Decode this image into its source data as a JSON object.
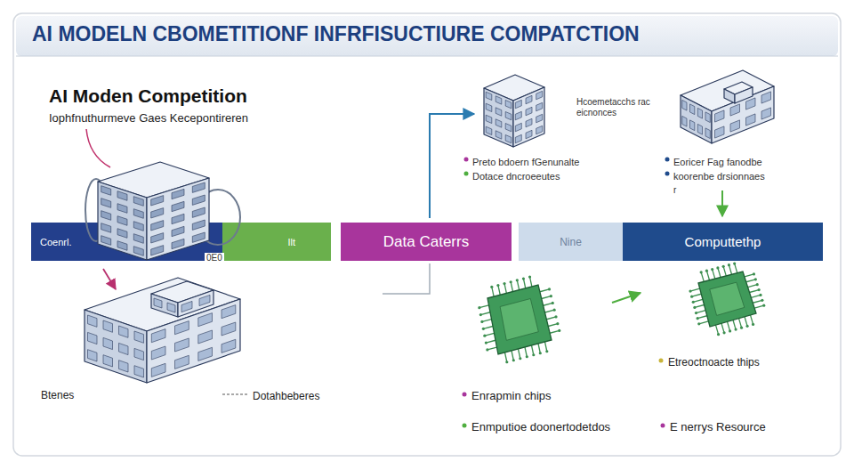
{
  "diagram": {
    "title": "AI MODELN CBOMETITIONF INFRFISUCTIURE COMPATCTION",
    "nodes": [
      {
        "text": [
          "Coenrl."
        ]
      },
      {
        "text": [
          "Ilt"
        ]
      },
      {
        "text": [
          "Data Caterrs"
        ]
      },
      {
        "text": [
          "Nine"
        ]
      },
      {
        "text": [
          "Computtethp"
        ]
      }
    ],
    "labels": [
      "AI Moden Competition",
      "Iophfnuthurmeve Gaes Kecepontireren",
      "0E0",
      "Hcoemetacchs rac eicnonces",
      "Preto bdoern fGenunalte",
      "Dotace dncroeeutes",
      "Eoricer Fag fanodbe",
      "koorenbe drsionnaes",
      "r",
      "Btenes",
      "Dotahbeberes",
      "Etreoctnoacte thips",
      "Enrapmin chips",
      "Enmputioe doonertodetdos",
      "E nerrys Resource"
    ]
  }
}
